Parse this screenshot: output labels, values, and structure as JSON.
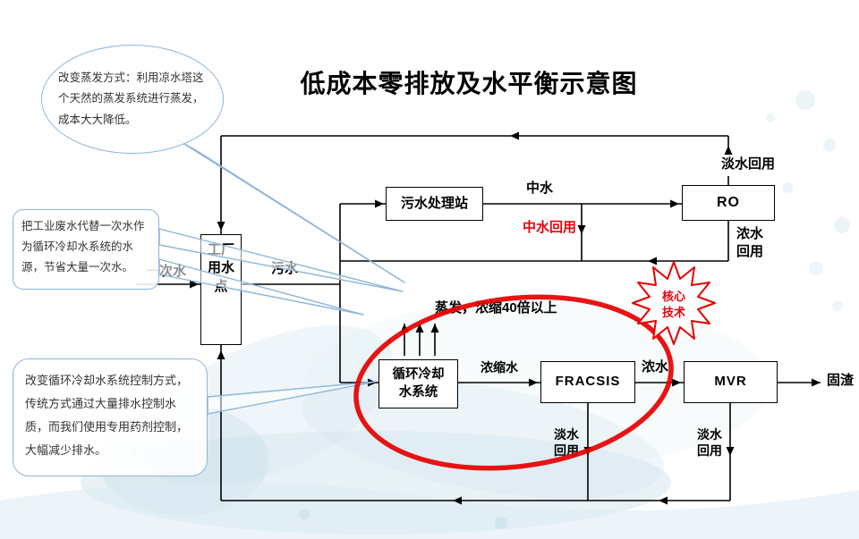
{
  "title": "低成本零排放及水平衡示意图",
  "callouts": {
    "evaporation": "改变蒸发方式：利用凉水塔这个天然的蒸发系统进行蒸发，成本大大降低。",
    "wastewater": "把工业废水代替一次水作为循环冷却水系统的水源，节省大量一次水。",
    "control": "改变循环冷却水系统控制方式，传统方式通过大量排水控制水质，而我们使用专用药剂控制，大幅减少排水。"
  },
  "nodes": {
    "factory": "工厂用水点",
    "sewage_plant": "污水处理站",
    "ro": "RO",
    "cooling_system": "循环冷却水系统",
    "fracsis": "FRACSIS",
    "mvr": "MVR"
  },
  "flow_labels": {
    "primary_water": "一次水",
    "sewage": "污水",
    "reclaimed_water": "中水",
    "reclaimed_water_reuse": "中水回用",
    "fresh_water_reuse_top": "淡水回用",
    "concentrate_reuse": "浓水回用",
    "evaporation_note": "蒸发，浓缩40倍以上",
    "concentrated_water": "浓缩水",
    "concentrate": "浓水",
    "fresh_water_reuse_fracsis": "淡水回用",
    "fresh_water_reuse_mvr": "淡水回用",
    "solid_residue": "固渣"
  },
  "badge": {
    "core_technology": "核心技术"
  },
  "colors": {
    "accent_red": "#e60000",
    "text_red": "#e8000d",
    "line_black": "#000000",
    "callout_border": "#8cb5da"
  }
}
